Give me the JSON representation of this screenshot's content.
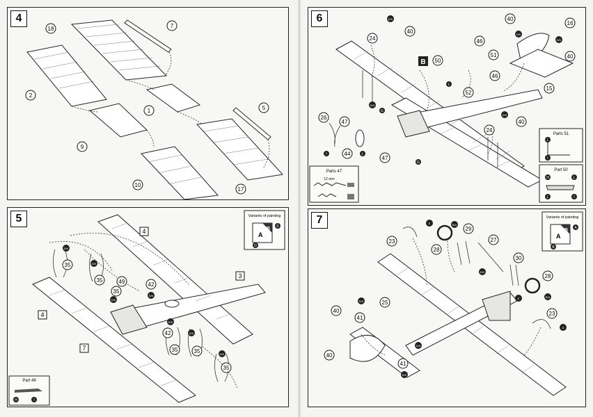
{
  "steps": {
    "s4": "4",
    "s5": "5",
    "s6": "6",
    "s7": "7"
  },
  "insets": {
    "variants_5": "Variants of painting",
    "variants_7": "Variants of painting",
    "parts_47": "Parts 47",
    "parts_47_dim": "12 mm",
    "parts_51": "Parts 51",
    "part_50": "Part 50",
    "part_49": "Part 49"
  },
  "variant_letters": [
    "A",
    "B",
    "K",
    "D",
    "A",
    "B",
    "A",
    "B"
  ],
  "panel4_callouts": [
    "18",
    "7",
    "2",
    "1",
    "5",
    "9",
    "10",
    "17"
  ],
  "panel5_callouts": [
    "35",
    "35",
    "35",
    "49",
    "42",
    "42",
    "35",
    "35",
    "35",
    "4",
    "3",
    "4",
    "7"
  ],
  "panel5_tags": [
    "D/K",
    "D/K",
    "D/K",
    "D/K",
    "D/K",
    "D/K",
    "D/K"
  ],
  "panel6_callouts": [
    "24",
    "40",
    "46",
    "50",
    "51",
    "46",
    "52",
    "26",
    "47",
    "44",
    "47",
    "24",
    "40",
    "40",
    "16",
    "40",
    "15"
  ],
  "panel6_tags": [
    "D/K",
    "D/K",
    "D/K",
    "D/K",
    "D/K"
  ],
  "panel6_letters": [
    "B",
    "L",
    "G",
    "G",
    "I",
    "L"
  ],
  "panel7_callouts": [
    "23",
    "28",
    "29",
    "27",
    "30",
    "28",
    "25",
    "40",
    "41",
    "40",
    "41",
    "23"
  ],
  "panel7_tags": [
    "E",
    "B/A",
    "D/K",
    "D/K",
    "D/K",
    "D/K",
    "E",
    "B/A",
    "D"
  ],
  "parts_letters": [
    "L",
    "I",
    "H",
    "L",
    "L",
    "I",
    "H",
    "I"
  ]
}
